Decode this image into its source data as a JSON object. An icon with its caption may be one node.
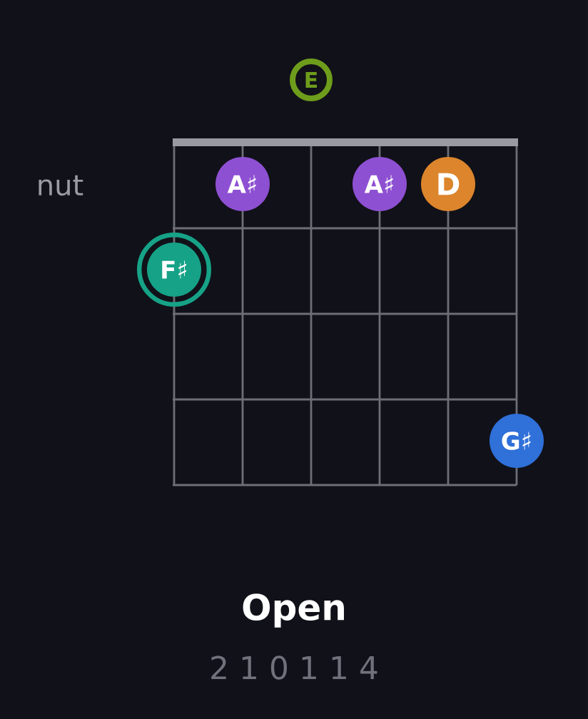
{
  "diagram": {
    "title": "Open",
    "nodes": [
      {
        "text": [
          "E"
        ]
      },
      {
        "text": [
          "A♯"
        ]
      },
      {
        "text": [
          "A♯"
        ]
      },
      {
        "text": [
          "D"
        ]
      },
      {
        "text": [
          "F♯"
        ]
      },
      {
        "text": [
          "G♯"
        ]
      }
    ],
    "labels": [
      "nut",
      "2 1 0 1 1 4"
    ]
  }
}
